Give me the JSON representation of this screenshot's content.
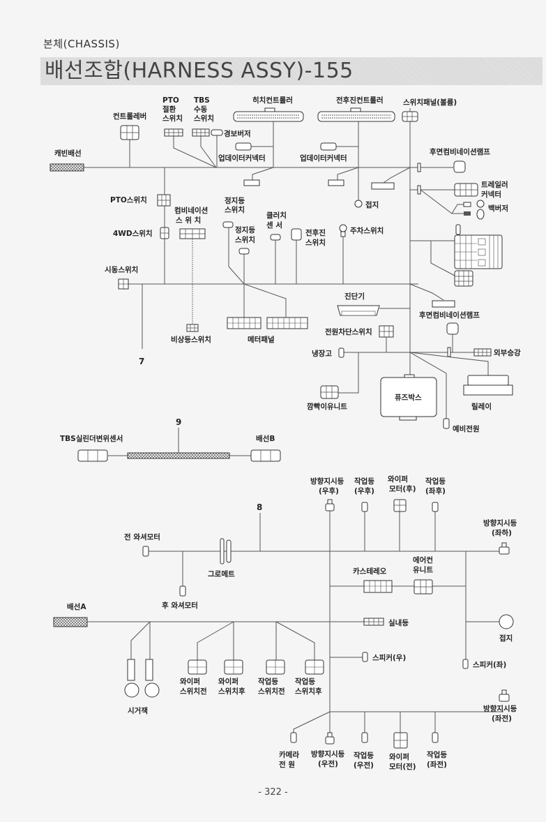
{
  "header": {
    "section": "본체(CHASSIS)",
    "title": "배선조합(HARNESS ASSY)-155"
  },
  "page_number": "- 322 -",
  "harness_7": {
    "label": "7",
    "main_connector": "캐빈배선",
    "components": [
      {
        "id": "control-lever",
        "label": [
          "컨트롤레버"
        ]
      },
      {
        "id": "pto-select-switch",
        "label": [
          "PTO",
          "절환",
          "스위치"
        ]
      },
      {
        "id": "tbs-manual-switch",
        "label": [
          "TBS",
          "수동",
          "스위치"
        ]
      },
      {
        "id": "alarm-buzzer",
        "label": [
          "경보버저"
        ]
      },
      {
        "id": "hitch-controller",
        "label": [
          "히치컨트롤러"
        ]
      },
      {
        "id": "updater-connector-1",
        "label": [
          "업데이터커넥터"
        ]
      },
      {
        "id": "fwd-rev-controller",
        "label": [
          "전후진컨트롤러"
        ]
      },
      {
        "id": "updater-connector-2",
        "label": [
          "업데이터커넥터"
        ]
      },
      {
        "id": "switch-panel",
        "label": [
          "스위치패널(볼륨)"
        ]
      },
      {
        "id": "rear-combi-lamp-1",
        "label": [
          "후면컴비네이션램프"
        ]
      },
      {
        "id": "trailer-connector",
        "label": [
          "트레일러",
          "커넥터"
        ]
      },
      {
        "id": "back-buzzer",
        "label": [
          "백버저"
        ]
      },
      {
        "id": "ground-1",
        "label": [
          "접지"
        ]
      },
      {
        "id": "pto-switch",
        "label": [
          "PTO스위치"
        ]
      },
      {
        "id": "combination-switch",
        "label": [
          "컴비네이션",
          "스 위 치"
        ]
      },
      {
        "id": "stop-lamp-switch-1",
        "label": [
          "정지등",
          "스위치"
        ]
      },
      {
        "id": "stop-lamp-switch-2",
        "label": [
          "정지등",
          "스위치"
        ]
      },
      {
        "id": "clutch-sensor",
        "label": [
          "클러치",
          "센 서"
        ]
      },
      {
        "id": "fwd-rev-switch",
        "label": [
          "전후진",
          "스위치"
        ]
      },
      {
        "id": "parking-switch",
        "label": [
          "주차스위치"
        ]
      },
      {
        "id": "4wd-switch",
        "label": [
          "4WD스위치"
        ]
      },
      {
        "id": "start-switch",
        "label": [
          "시동스위치"
        ]
      },
      {
        "id": "hazard-switch",
        "label": [
          "비상등스위치"
        ]
      },
      {
        "id": "meter-panel",
        "label": [
          "메터패널"
        ]
      },
      {
        "id": "diagnostic",
        "label": [
          "진단기"
        ]
      },
      {
        "id": "rear-combi-lamp-2",
        "label": [
          "후면컴비네이션램프"
        ]
      },
      {
        "id": "power-cutoff-switch",
        "label": [
          "전원차단스위치"
        ]
      },
      {
        "id": "refrigerator",
        "label": [
          "냉장고"
        ]
      },
      {
        "id": "external-lift",
        "label": [
          "외부승강"
        ]
      },
      {
        "id": "flasher-unit",
        "label": [
          "깜빡이유니트"
        ]
      },
      {
        "id": "fuse-box",
        "label": [
          "퓨즈박스"
        ]
      },
      {
        "id": "relay",
        "label": [
          "릴레이"
        ]
      },
      {
        "id": "spare-power",
        "label": [
          "예비전원"
        ]
      }
    ]
  },
  "harness_9": {
    "label": "9",
    "left": "TBS실린더변위센서",
    "right": "배선B"
  },
  "harness_8": {
    "label": "8",
    "main_connector": "배선A",
    "components": [
      {
        "id": "turn-signal-rr",
        "label": [
          "방향지시등",
          "(우후)"
        ]
      },
      {
        "id": "work-lamp-rr",
        "label": [
          "작업등",
          "(우후)"
        ]
      },
      {
        "id": "wiper-motor-rear",
        "label": [
          "와이퍼",
          "모터(후)"
        ]
      },
      {
        "id": "work-lamp-lr",
        "label": [
          "작업등",
          "(좌후)"
        ]
      },
      {
        "id": "turn-signal-ll",
        "label": [
          "방향지시등",
          "(좌하)"
        ]
      },
      {
        "id": "front-washer-motor",
        "label": [
          "전 와셔모터"
        ]
      },
      {
        "id": "grommet",
        "label": [
          "그로메트"
        ]
      },
      {
        "id": "rear-washer-motor",
        "label": [
          "후 와셔모터"
        ]
      },
      {
        "id": "car-stereo",
        "label": [
          "카스테레오"
        ]
      },
      {
        "id": "aircon-unit",
        "label": [
          "에어컨",
          "유니트"
        ]
      },
      {
        "id": "room-lamp",
        "label": [
          "실내등"
        ]
      },
      {
        "id": "ground-2",
        "label": [
          "접지"
        ]
      },
      {
        "id": "speaker-right",
        "label": [
          "스피커(우)"
        ]
      },
      {
        "id": "speaker-left",
        "label": [
          "스피커(좌)"
        ]
      },
      {
        "id": "cigar-jack",
        "label": [
          "시거잭"
        ]
      },
      {
        "id": "wiper-switch-front",
        "label": [
          "와이퍼",
          "스위치전"
        ]
      },
      {
        "id": "wiper-switch-rear",
        "label": [
          "와이퍼",
          "스위치후"
        ]
      },
      {
        "id": "work-lamp-switch-front",
        "label": [
          "작업등",
          "스위치전"
        ]
      },
      {
        "id": "work-lamp-switch-rear",
        "label": [
          "작업등",
          "스위치후"
        ]
      },
      {
        "id": "turn-signal-lf",
        "label": [
          "방향지시등",
          "(좌전)"
        ]
      },
      {
        "id": "camera-power",
        "label": [
          "카메라",
          "전  원"
        ]
      },
      {
        "id": "turn-signal-rf",
        "label": [
          "방향지시등",
          "(우전)"
        ]
      },
      {
        "id": "work-lamp-rf",
        "label": [
          "작업등",
          "(우전)"
        ]
      },
      {
        "id": "wiper-motor-front",
        "label": [
          "와이퍼",
          "모터(전)"
        ]
      },
      {
        "id": "work-lamp-lf",
        "label": [
          "작업등",
          "(좌전)"
        ]
      }
    ]
  }
}
